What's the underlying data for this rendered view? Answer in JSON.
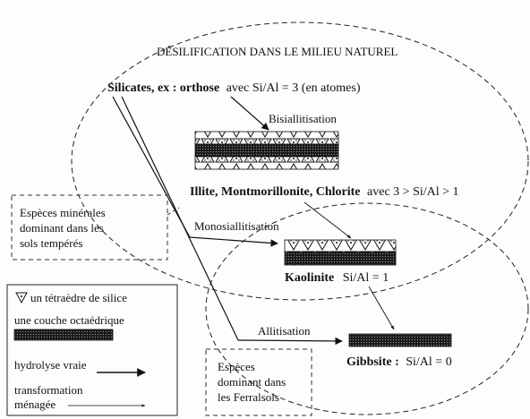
{
  "title": "DÉSILIFICATION DANS LE MILIEU NATUREL",
  "silicates": {
    "bold": "Silicates, ex : orthose",
    "rest": "avec Si/Al = 3 (en atomes)"
  },
  "processes": {
    "bisiallitisation": "Bisiallitisation",
    "monosiallitisation": "Monosiallitisation",
    "allitisation": "Allitisation"
  },
  "minerals": {
    "illite": {
      "bold": "Illite, Montmorillonite, Chlorite",
      "rest": "avec 3 > Si/Al > 1"
    },
    "kaolinite": {
      "bold": "Kaolinite",
      "rest": "Si/Al = 1"
    },
    "gibbsite": {
      "bold": "Gibbsite :",
      "rest": "Si/Al = 0"
    }
  },
  "temperate_box": {
    "line1": "Espèces minérales",
    "line2": "dominant dans les",
    "line3": "sols tempérés"
  },
  "ferralsol_box": {
    "line1": "Espèces",
    "line2": "dominant dans",
    "line3": "les Ferralsols"
  },
  "legend": {
    "tetrahedron": "un tétraèdre de silice",
    "octahedral": "une couche octaédrique",
    "hydrolysis": "hydrolyse vraie",
    "transformation_line1": "transformation",
    "transformation_line2": "ménagée"
  },
  "colors": {
    "ink": "#111111",
    "paper": "#fdfdfb",
    "octa_fill": "#2a2a2a"
  }
}
